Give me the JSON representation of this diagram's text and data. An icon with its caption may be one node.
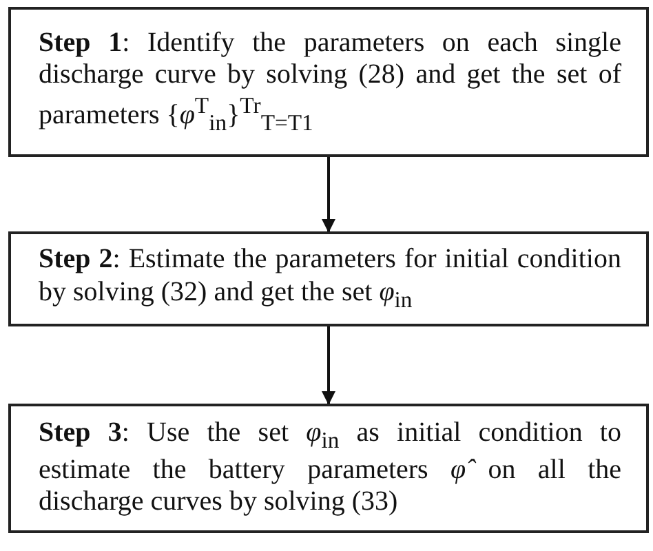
{
  "diagram": {
    "nodes": [
      {
        "text": [
          "**Step 1**: Identify the parameters on each single discharge curve by solving (28) and get the set of parameters {*φ*$^{T}$$_{in}$}$^{Tr}$$_{T=T1}$"
        ]
      },
      {
        "text": [
          "**Step 2**: Estimate the parameters for initial condition by solving (32) and get the set *φ*$_{in}$"
        ]
      },
      {
        "text": [
          "**Step 3**: Use the set *φ*$_{in}$ as initial condition to estimate the battery parameters *φ̂* on all the discharge curves by solving (33)"
        ]
      }
    ],
    "edges": [
      {
        "from": 0,
        "to": 1,
        "arrow": "to"
      },
      {
        "from": 1,
        "to": 2,
        "arrow": "to"
      }
    ]
  }
}
